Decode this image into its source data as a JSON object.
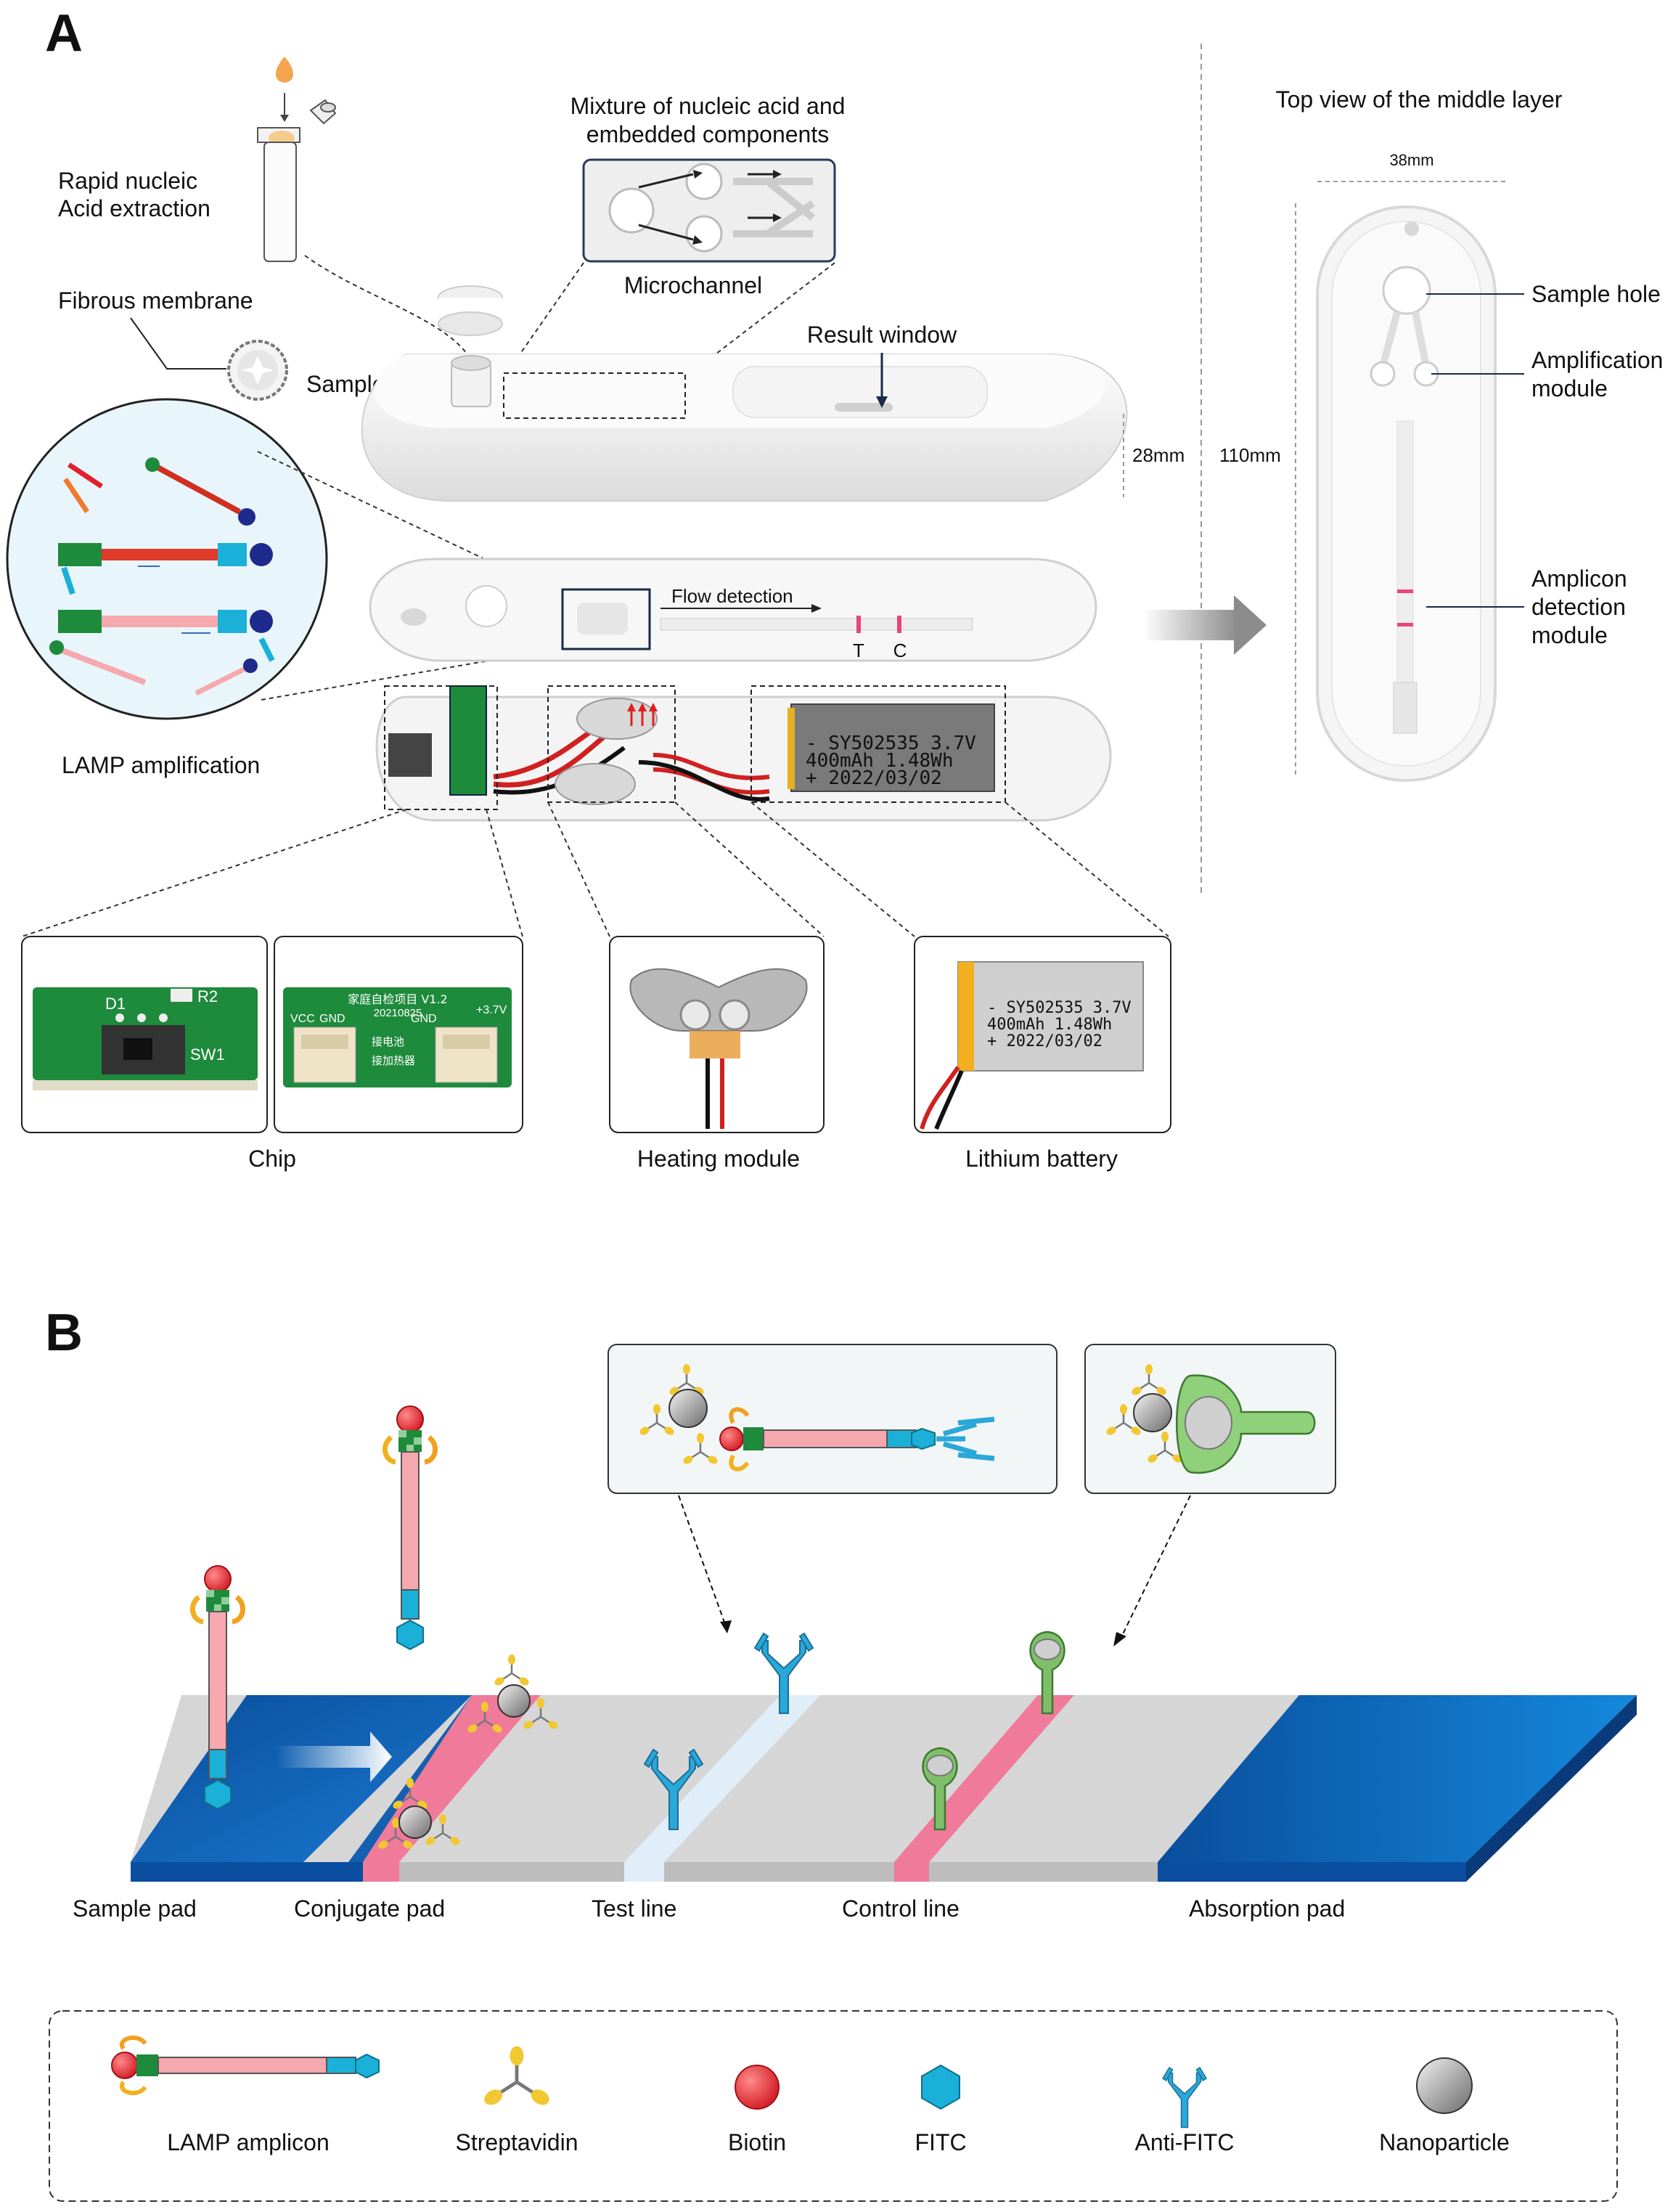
{
  "panel_a": {
    "letter": "A",
    "extraction": "Rapid nucleic Acid extraction",
    "extraction_l1": "Rapid nucleic",
    "extraction_l2": "Acid extraction",
    "mixture_l1": "Mixture of nucleic acid and",
    "mixture_l2": "embedded components",
    "microchannel": "Microchannel",
    "fibrous_membrane": "Fibrous membrane",
    "sample_hole": "Sample hole",
    "result_window": "Result window",
    "dim_height": "28mm",
    "flow_detection": "Flow detection",
    "line_t": "T",
    "line_c": "C",
    "lamp_amplification": "LAMP amplification",
    "battery_print_1": "- SY502535 3.7V",
    "battery_print_2": "400mAh 1.48Wh",
    "battery_print_3": "+ 2022/03/02",
    "chip_label": "Chip",
    "heating_label": "Heating module",
    "battery_label": "Lithium battery",
    "pcb1_d1": "D1",
    "pcb1_r2": "R2",
    "pcb1_sw": "SW1",
    "pcb2_title": "家庭自检项目 V1.2",
    "pcb2_date": "20210825",
    "pcb2_vcc": "VCC",
    "pcb2_gnd": "GND",
    "pcb2_gnd2": "GND",
    "pcb2_v": "+3.7V",
    "pcb2_cn1": "接电池",
    "pcb2_cn2": "接加热器"
  },
  "top_view": {
    "title": "Top view of the middle layer",
    "width": "38mm",
    "length": "110mm",
    "sample_hole": "Sample hole",
    "amplification_l1": "Amplification",
    "amplification_l2": "module",
    "amplicon_l1": "Amplicon",
    "amplicon_l2": "detection",
    "amplicon_l3": "module"
  },
  "panel_b": {
    "letter": "B",
    "sample_pad": "Sample pad",
    "conjugate_pad": "Conjugate pad",
    "test_line": "Test line",
    "control_line": "Control line",
    "absorption_pad": "Absorption pad"
  },
  "legend": {
    "lamp_amplicon": "LAMP amplicon",
    "streptavidin": "Streptavidin",
    "biotin": "Biotin",
    "fitc": "FITC",
    "anti_fitc": "Anti-FITC",
    "nanoparticle": "Nanoparticle"
  },
  "colors": {
    "pad_blue": "#1560b0",
    "line_pink": "#f07a9a",
    "test_line": "#dfeef8",
    "strip_grey": "#d6d6d6",
    "fitc": "#1ab0d8",
    "anti_fitc": "#2aa8d8",
    "biotin": "#e0202a",
    "green_receptor": "#7fbf6a",
    "pcb_green": "#1e8a3c"
  }
}
